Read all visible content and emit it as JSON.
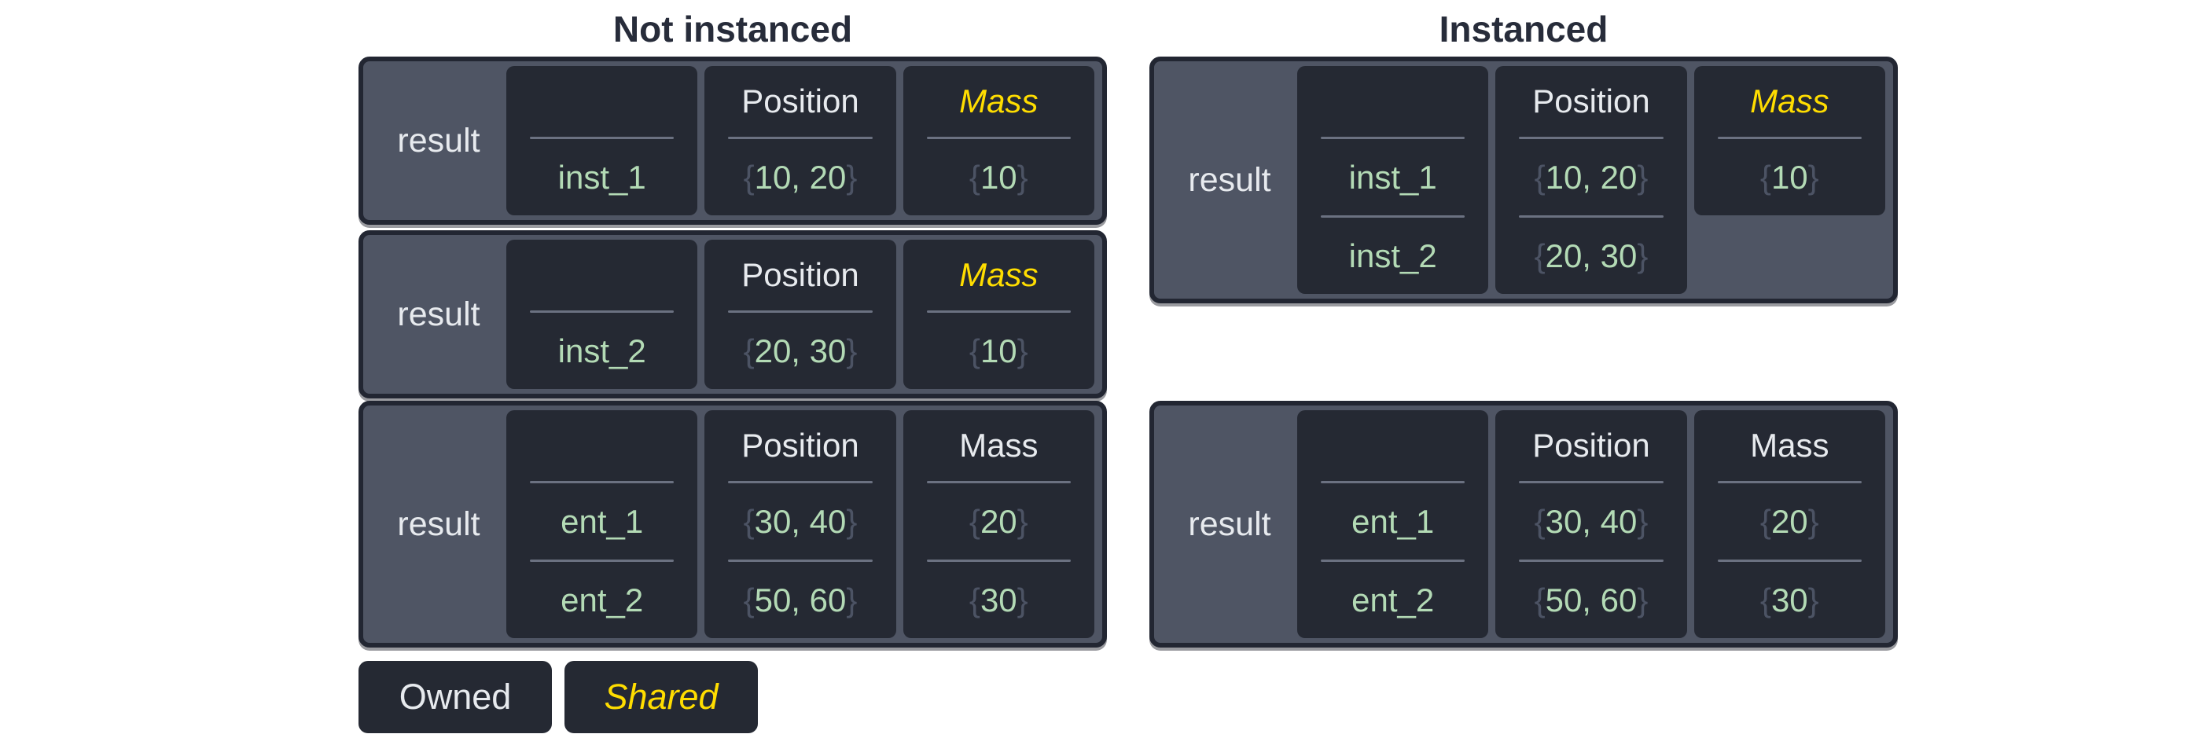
{
  "colors": {
    "panel_bg": "#4f5564",
    "panel_border": "#222632",
    "cell_bg": "#252933",
    "text_light": "#e7eaee",
    "shared_yellow": "#ffdd00",
    "value_green": "#b3dab5",
    "brace_gray": "#4c5364",
    "divider_gray": "#6b7181",
    "title_dark": "#272c3a"
  },
  "glyphs": {
    "brace_open": "{",
    "brace_close": "}"
  },
  "columns": [
    {
      "title": "Not instanced",
      "tables": [
        {
          "label": "result",
          "cells": [
            {
              "header": "",
              "shared": false,
              "braced": false,
              "rows": [
                "inst_1"
              ]
            },
            {
              "header": "Position",
              "shared": false,
              "braced": true,
              "rows": [
                "10, 20"
              ]
            },
            {
              "header": "Mass",
              "shared": true,
              "braced": true,
              "rows": [
                "10"
              ]
            }
          ]
        },
        {
          "label": "result",
          "cells": [
            {
              "header": "",
              "shared": false,
              "braced": false,
              "rows": [
                "inst_2"
              ]
            },
            {
              "header": "Position",
              "shared": false,
              "braced": true,
              "rows": [
                "20, 30"
              ]
            },
            {
              "header": "Mass",
              "shared": true,
              "braced": true,
              "rows": [
                "10"
              ]
            }
          ]
        },
        {
          "label": "result",
          "cells": [
            {
              "header": "",
              "shared": false,
              "braced": false,
              "rows": [
                "ent_1",
                "ent_2"
              ]
            },
            {
              "header": "Position",
              "shared": false,
              "braced": true,
              "rows": [
                "30, 40",
                "50, 60"
              ]
            },
            {
              "header": "Mass",
              "shared": false,
              "braced": true,
              "rows": [
                "20",
                "30"
              ]
            }
          ]
        }
      ]
    },
    {
      "title": "Instanced",
      "tables": [
        {
          "label": "result",
          "cells": [
            {
              "header": "",
              "shared": false,
              "braced": false,
              "rows": [
                "inst_1",
                "inst_2"
              ]
            },
            {
              "header": "Position",
              "shared": false,
              "braced": true,
              "rows": [
                "10, 20",
                "20, 30"
              ]
            },
            {
              "header": "Mass",
              "shared": true,
              "braced": true,
              "rows": [
                "10"
              ]
            }
          ]
        },
        {
          "label": "result",
          "cells": [
            {
              "header": "",
              "shared": false,
              "braced": false,
              "rows": [
                "ent_1",
                "ent_2"
              ]
            },
            {
              "header": "Position",
              "shared": false,
              "braced": true,
              "rows": [
                "30, 40",
                "50, 60"
              ]
            },
            {
              "header": "Mass",
              "shared": false,
              "braced": true,
              "rows": [
                "20",
                "30"
              ]
            }
          ]
        }
      ]
    }
  ],
  "legend": {
    "items": [
      {
        "label": "Owned",
        "shared": false
      },
      {
        "label": "Shared",
        "shared": true
      }
    ]
  }
}
